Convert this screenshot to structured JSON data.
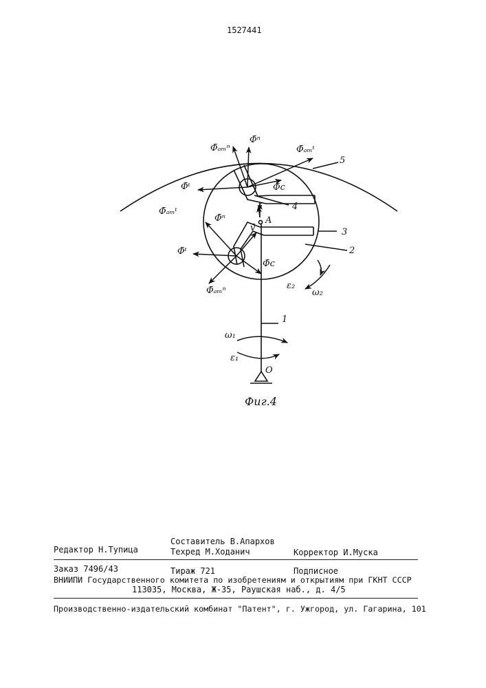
{
  "patent_number": "1527441",
  "figure": {
    "caption": "Фиг.4",
    "labels": {
      "phi_am_n_top": "Φ̄ₐₘⁿ",
      "phi_n_top": "Φ̄ⁿ",
      "phi_am_t_top": "Φ̄ₐₘᵗ",
      "num_5": "5",
      "phi_t_upper": "Φ̄ᵗ",
      "phi_c_upper": "Φ̄c",
      "phi_am_t_left": "Φ̄ₐₘᵗ",
      "num_4": "4",
      "v_upper": "v̄",
      "phi_n_mid": "Φ̄ⁿ",
      "point_a": "A",
      "v_lower": "v̄",
      "num_3": "3",
      "num_2": "2",
      "phi_t_lower": "Φ̄ᵗ",
      "phi_c_lower": "Φ̄c",
      "phi_am_n_bottom": "Φ̄ₐₘⁿ",
      "eps2": "ε₂",
      "omega2": "ω₂",
      "num_1": "1",
      "omega1": "ω₁",
      "eps1": "ε₁",
      "point_o": "O"
    }
  },
  "colophon": {
    "editor": "Редактор Н.Тупица",
    "compiler": "Составитель В.Апархов",
    "techred": "Техред М.Ходанич",
    "corrector": "Корректор И.Муска",
    "order": "Заказ 7496/43",
    "circulation": "Тираж 721",
    "subscription": "Подписное",
    "org_line": "ВНИИПИ Государственного комитета по изобретениям и открытиям при ГКНТ СССР",
    "address": "113035, Москва, Ж-35, Раушская наб., д. 4/5",
    "printer": "Производственно-издательский комбинат \"Патент\", г. Ужгород, ул. Гагарина, 101"
  }
}
